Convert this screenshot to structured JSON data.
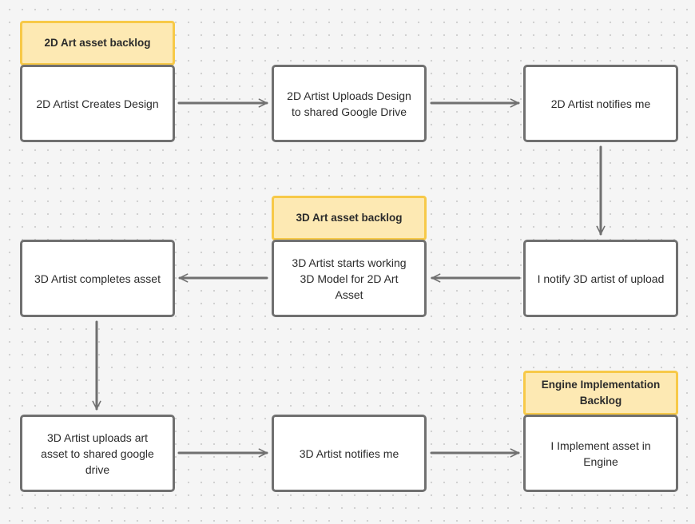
{
  "colors": {
    "node_border": "#707070",
    "node_fill": "#ffffff",
    "tag_fill": "#fde9b3",
    "tag_border": "#f7c948",
    "arrow": "#707070"
  },
  "tags": {
    "backlog_2d": "2D Art asset backlog",
    "backlog_3d": "3D Art asset backlog",
    "backlog_engine": "Engine Implementation Backlog"
  },
  "steps": {
    "s1": "2D Artist Creates Design",
    "s2": "2D Artist Uploads Design to shared Google Drive",
    "s3": "2D Artist notifies me",
    "s4": "I notify 3D artist of upload",
    "s5": "3D Artist starts working 3D Model for 2D Art Asset",
    "s6": "3D Artist completes asset",
    "s7": "3D Artist uploads art asset to shared google drive",
    "s8": "3D Artist notifies me",
    "s9": "I Implement asset in Engine"
  }
}
